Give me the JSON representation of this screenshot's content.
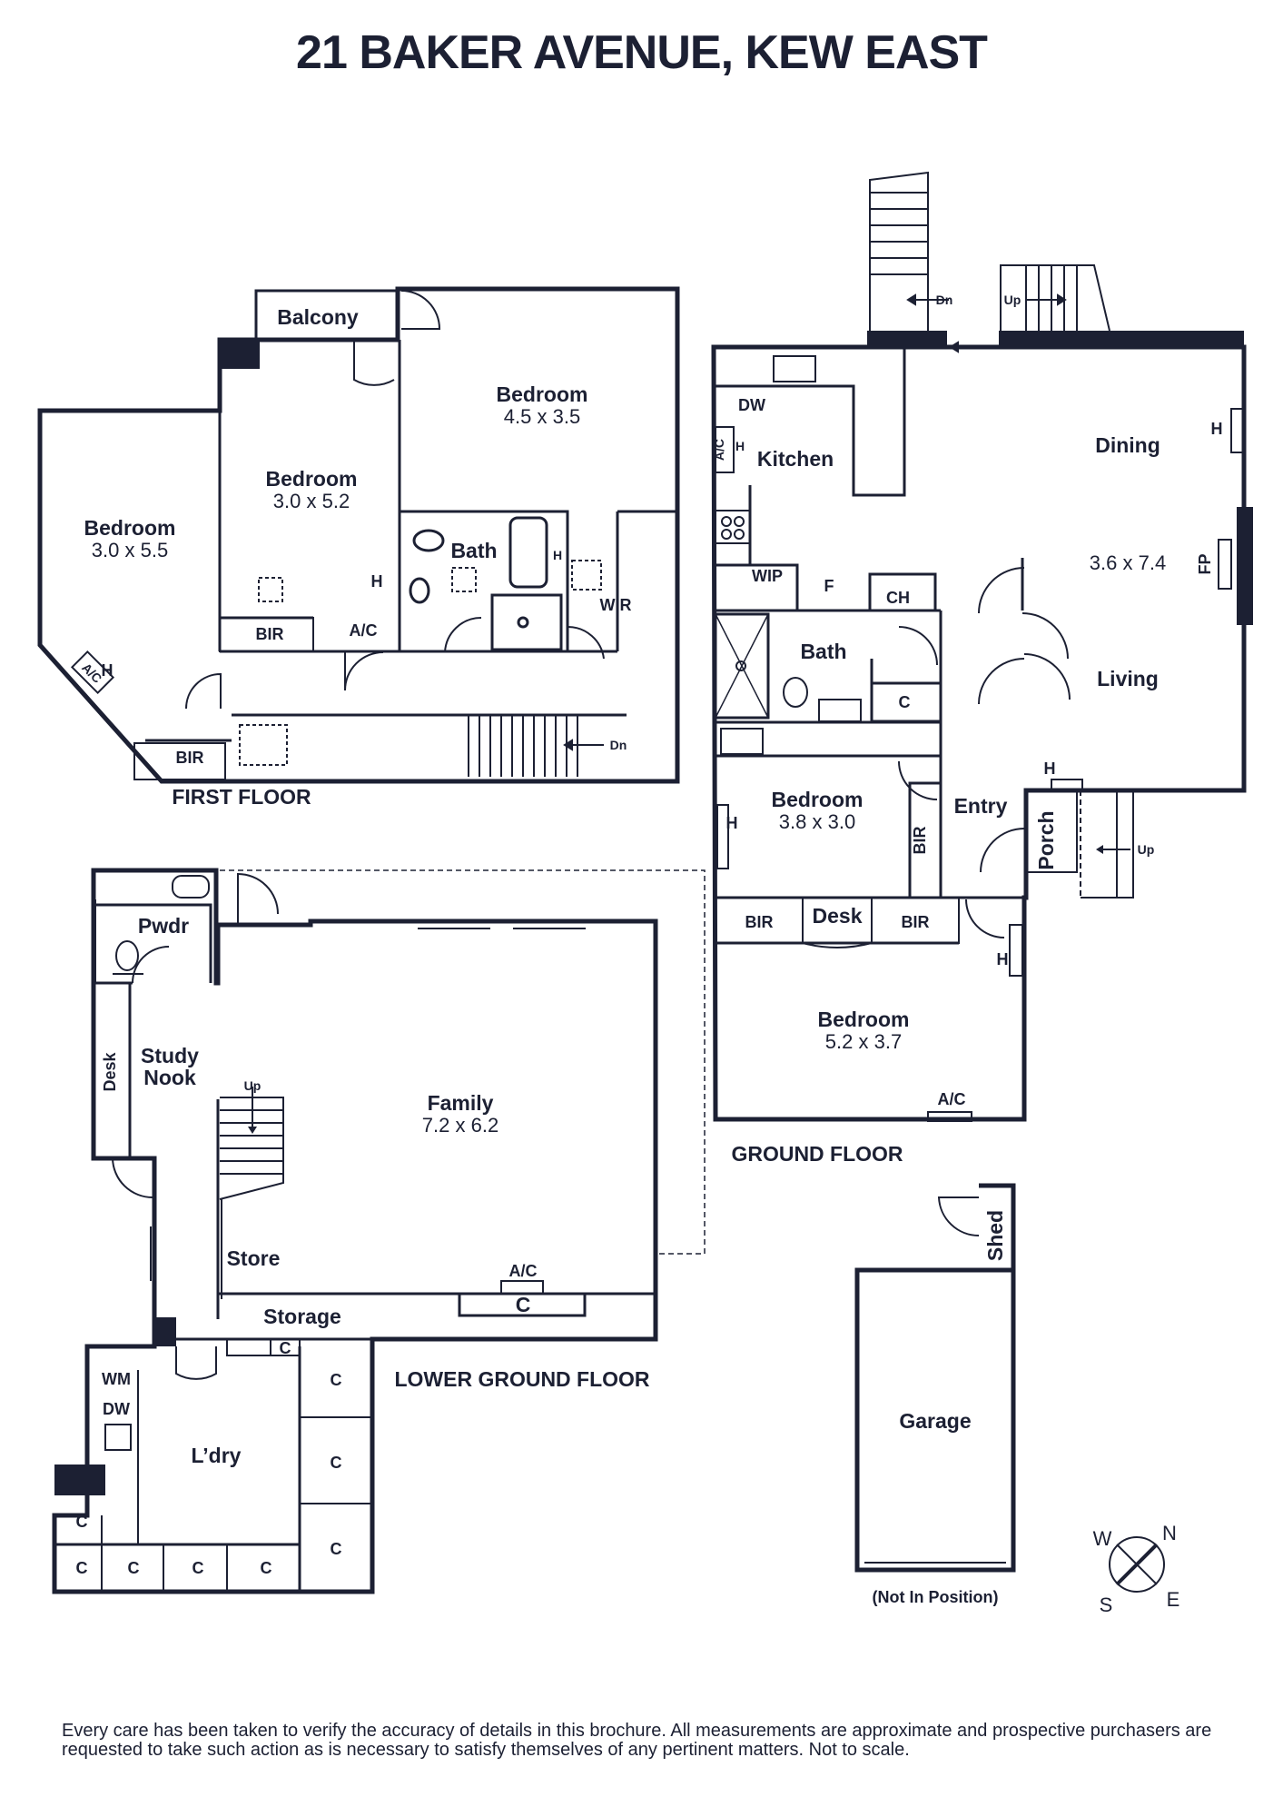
{
  "title": "21 BAKER AVENUE, KEW EAST",
  "floors": {
    "first": "FIRST FLOOR",
    "ground": "GROUND FLOOR",
    "lower_ground": "LOWER GROUND FLOOR"
  },
  "first_floor": {
    "balcony": "Balcony",
    "bedroom_a": {
      "label": "Bedroom",
      "size": "4.5 x 3.5"
    },
    "bedroom_b": {
      "label": "Bedroom",
      "size": "3.0 x 5.2"
    },
    "bedroom_c": {
      "label": "Bedroom",
      "size": "3.0 x 5.5"
    },
    "bath": "Bath",
    "wir": "WIR",
    "bir_1": "BIR",
    "bir_2": "BIR",
    "ac": "A/C",
    "ac_rot": "A/C",
    "heater_1": "H",
    "heater_2": "H",
    "heater_3": "H",
    "stair_dn": "Dn"
  },
  "ground_floor": {
    "kitchen": "Kitchen",
    "dw": "DW",
    "ac_rot": "A/C",
    "heater_kitchen": "H",
    "wip": "WIP",
    "fridge": "F",
    "ch": "CH",
    "dining": "Dining",
    "heater_dining": "H",
    "dining_living_size": "3.6 x 7.4",
    "fp": "FP",
    "living": "Living",
    "bath": "Bath",
    "cupboard": "C",
    "bedroom_a": {
      "label": "Bedroom",
      "size": "3.8 x 3.0"
    },
    "heater_bed": "H",
    "bir_rot": "BIR",
    "entry": "Entry",
    "heater_entry": "H",
    "porch": "Porch",
    "stair_up_porch": "Up",
    "bir_1": "BIR",
    "desk": "Desk",
    "bir_2": "BIR",
    "heater_bed2": "H",
    "bedroom_b": {
      "label": "Bedroom",
      "size": "5.2 x 3.7"
    },
    "ac": "A/C",
    "stair_dn": "Dn",
    "stair_up": "Up"
  },
  "lower_ground_floor": {
    "pwdr": "Pwdr",
    "desk": "Desk",
    "study_nook": [
      "Study",
      "Nook"
    ],
    "family": {
      "label": "Family",
      "size": "7.2 x 6.2"
    },
    "stair_up": "Up",
    "store": "Store",
    "storage": "Storage",
    "ac": "A/C",
    "cupboard_main": "C",
    "laundry": "L’dry",
    "wm": "WM",
    "dw": "DW",
    "cupboards": [
      "C",
      "C",
      "C",
      "C",
      "C",
      "C",
      "C",
      "C",
      "C"
    ]
  },
  "outbuildings": {
    "shed": "Shed",
    "garage": "Garage",
    "not_in_position": "(Not In Position)"
  },
  "compass": {
    "n": "N",
    "e": "E",
    "s": "S",
    "w": "W"
  },
  "disclaimer": "Every care has been taken to verify the accuracy of details in this brochure. All measurements are approximate and prospective purchasers are requested to take such action as is necessary to satisfy themselves of any pertinent matters. Not to scale."
}
